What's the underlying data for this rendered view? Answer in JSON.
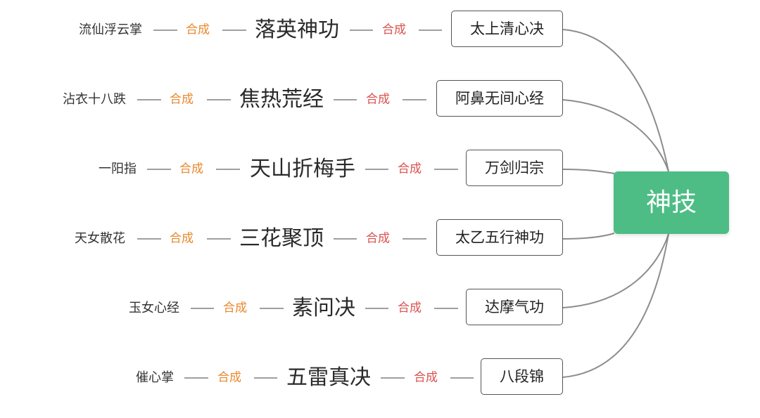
{
  "root_label": "神技",
  "rows": [
    {
      "base": "流仙浮云掌",
      "synth_a": "合成",
      "middle": "落英神功",
      "synth_b": "合成",
      "final": "太上清心决"
    },
    {
      "base": "沾衣十八跌",
      "synth_a": "合成",
      "middle": "焦热荒经",
      "synth_b": "合成",
      "final": "阿鼻无间心经"
    },
    {
      "base": "一阳指",
      "synth_a": "合成",
      "middle": "天山折梅手",
      "synth_b": "合成",
      "final": "万剑归宗"
    },
    {
      "base": "天女散花",
      "synth_a": "合成",
      "middle": "三花聚顶",
      "synth_b": "合成",
      "final": "太乙五行神功"
    },
    {
      "base": "玉女心经",
      "synth_a": "合成",
      "middle": "素问决",
      "synth_b": "合成",
      "final": "达摩气功"
    },
    {
      "base": "催心掌",
      "synth_a": "合成",
      "middle": "五雷真决",
      "synth_b": "合成",
      "final": "八段锦"
    }
  ],
  "colors": {
    "root_fill": "#4dbd85",
    "synth_first": "#e8892e",
    "synth_second": "#d9534f",
    "connector": "#8c8c8c"
  }
}
